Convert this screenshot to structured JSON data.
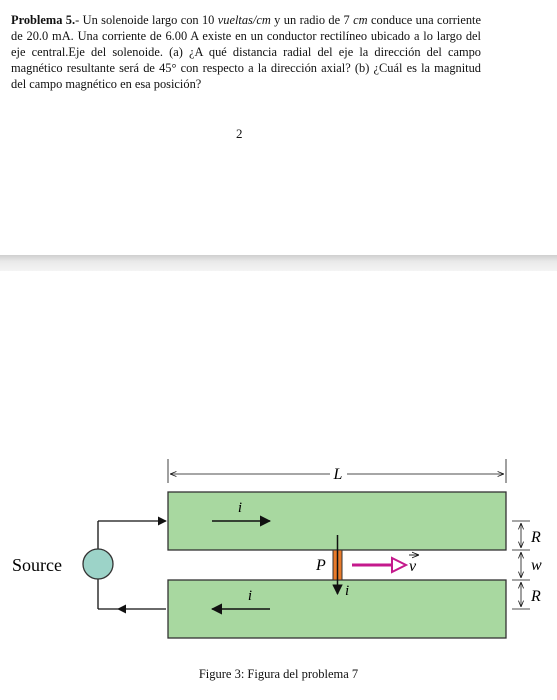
{
  "problem": {
    "label": "Problema 5.",
    "t1": "- Un solenoide largo con 10 ",
    "unit_turns": "vueltas/cm",
    "t2": " y un radio de 7 ",
    "unit_cm": "cm",
    "t3": " conduce una corriente de 20.0 mA. Una corriente de 6.00 A existe en un conductor rectilíneo ubicado a lo largo del eje central.Eje del solenoide. (a) ¿A qué distancia radial del eje la dirección del campo magnético resultante será de 45° con respecto a la dirección axial? (b) ¿Cuál es la magnitud del campo magnético en esa posición?"
  },
  "page_number": "2",
  "figure": {
    "length_label": "L",
    "source_label": "Source",
    "current_label": "i",
    "point_label": "P",
    "velocity_label": "v",
    "radius_label": "R",
    "gap_label": "w",
    "colors": {
      "bar_fill": "#a8d8a0",
      "bar_stroke": "#333333",
      "source_fill": "#9cd3c8",
      "rod_fill": "#e87a2a",
      "velocity_color": "#c4198c"
    }
  },
  "caption": "Figure 3: Figura del problema 7"
}
